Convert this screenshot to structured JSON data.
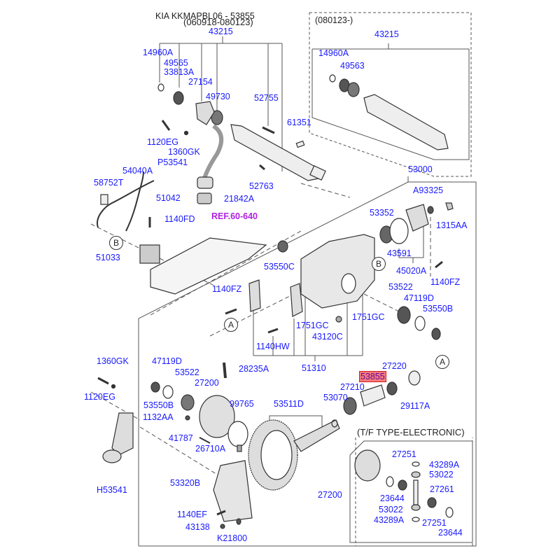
{
  "header": {
    "title": "KIA KKMAPBL06 - 53855",
    "date_range": "(060918-080123)"
  },
  "inset_top_right": {
    "caption": "(080123-)",
    "labels": [
      "43215",
      "14960A",
      "49563"
    ]
  },
  "inset_bottom_right": {
    "caption": "(T/F TYPE-ELECTRONIC)",
    "labels": [
      "27251",
      "43289A",
      "53022",
      "27261",
      "27200",
      "23644",
      "53022",
      "43289A",
      "27251",
      "23644"
    ]
  },
  "reference": "REF.60-640",
  "highlighted_part": "53855",
  "callouts": [
    "A",
    "B"
  ],
  "colors": {
    "label": "#1a1aff",
    "reference": "#b020e0",
    "highlight_bg": "#f47a7a",
    "highlight_border": "#d02020",
    "line": "#555555"
  },
  "labels": {
    "p43215": "43215",
    "p14960A": "14960A",
    "p49565": "49565",
    "p33813A": "33813A",
    "p27154": "27154",
    "p49730": "49730",
    "p52755": "52755",
    "p61351": "61351",
    "p1120EG_top": "1120EG",
    "p1360GK_top": "1360GK",
    "pP53541": "P53541",
    "p52763": "52763",
    "p54040A": "54040A",
    "p58752T": "58752T",
    "p51042": "51042",
    "p21842A": "21842A",
    "p1140FD": "1140FD",
    "p51033": "51033",
    "p53000": "53000",
    "pA93325": "A93325",
    "p53352": "53352",
    "p1315AA": "1315AA",
    "p43591": "43591",
    "p53550C": "53550C",
    "p45020A": "45020A",
    "p1140FZ_r": "1140FZ",
    "p53522_r": "53522",
    "p47119D_r": "47119D",
    "p53550B_r": "53550B",
    "p1140FZ_l": "1140FZ",
    "p1751GC_l": "1751GC",
    "p1751GC_r": "1751GC",
    "p43120C": "43120C",
    "p1140HW": "1140HW",
    "p51310": "51310",
    "p28235A": "28235A",
    "p27220": "27220",
    "p27210": "27210",
    "p53070": "53070",
    "p29117A": "29117A",
    "p1360GK_l": "1360GK",
    "p1120EG_l": "1120EG",
    "p47119D_l": "47119D",
    "p53522_l": "53522",
    "p27200_l": "27200",
    "p53550B_l": "53550B",
    "p1132AA": "1132AA",
    "p99765": "99765",
    "p53511D": "53511D",
    "p41787": "41787",
    "p26710A": "26710A",
    "p53320B": "53320B",
    "pH53541": "H53541",
    "p1140EF": "1140EF",
    "p43138": "43138",
    "pK21800": "K21800"
  }
}
